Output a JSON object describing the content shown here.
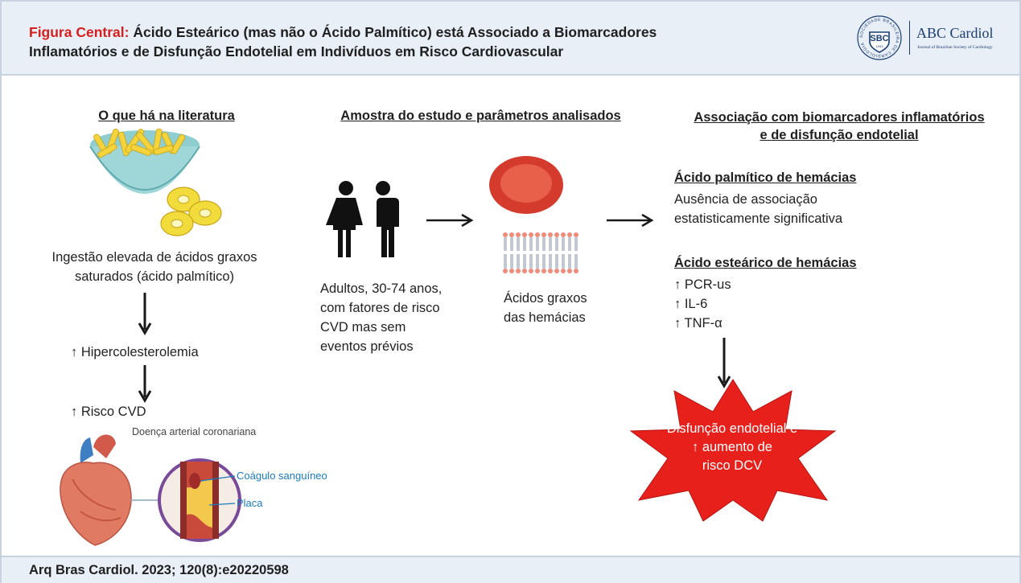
{
  "header": {
    "title_prefix": "Figura Central:",
    "title_line1": "Ácido Esteárico (mas não o Ácido Palmítico) está Associado a Biomarcadores",
    "title_line2": "Inflamatórios e de Disfunção Endotelial em Indivíduos em Risco Cardiovascular",
    "logo": {
      "seal_text": "SBC",
      "seal_ring": "SOCIEDADE BRASILEIRA DE CARDIOLOGIA",
      "seal_year": "1943",
      "journal_name": "ABC Cardiol",
      "journal_subtitle": "Journal of Brazilian Society of Cardiology"
    }
  },
  "left_column": {
    "heading": "O que há na literatura",
    "intake_text": "Ingestão elevada de ácidos graxos saturados (ácido palmítico)",
    "step1": "↑ Hipercolesterolemia",
    "step2": "↑ Risco CVD",
    "disease_label": "Doença arterial coronariana",
    "clot_label": "Coágulo sanguíneo",
    "plaque_label": "Placa"
  },
  "middle_column": {
    "heading": "Amostra do estudo e parâmetros analisados",
    "sample_text_lines": [
      "Adultos, 30-74 anos,",
      "com fatores de risco",
      "CVD mas sem",
      "eventos prévios"
    ],
    "fatty_acids_lines": [
      "Ácidos graxos",
      "das hemácias"
    ]
  },
  "right_column": {
    "heading_line1": "Associação com biomarcadores inflamatórios",
    "heading_line2": "e de disfunção endotelial",
    "palmitic_heading": "Ácido palmítico de hemácias",
    "palmitic_result_lines": [
      "Ausência de associação",
      "estatisticamente significativa"
    ],
    "stearic_heading": "Ácido esteárico de hemácias",
    "stearic_results": [
      "↑ PCR-us",
      "↑ IL-6",
      "↑ TNF-α"
    ],
    "outcome_lines": [
      "Disfunção endotelial e",
      "↑ aumento de",
      "risco DCV"
    ]
  },
  "footer": {
    "citation": "Arq Bras Cardiol. 2023; 120(8):e20220598"
  },
  "colors": {
    "title_accent": "#d6201f",
    "header_bg": "#e8eff7",
    "outcome_star": "#e8201c",
    "brand_blue": "#1a3d74",
    "label_blue": "#1a7bbf"
  }
}
